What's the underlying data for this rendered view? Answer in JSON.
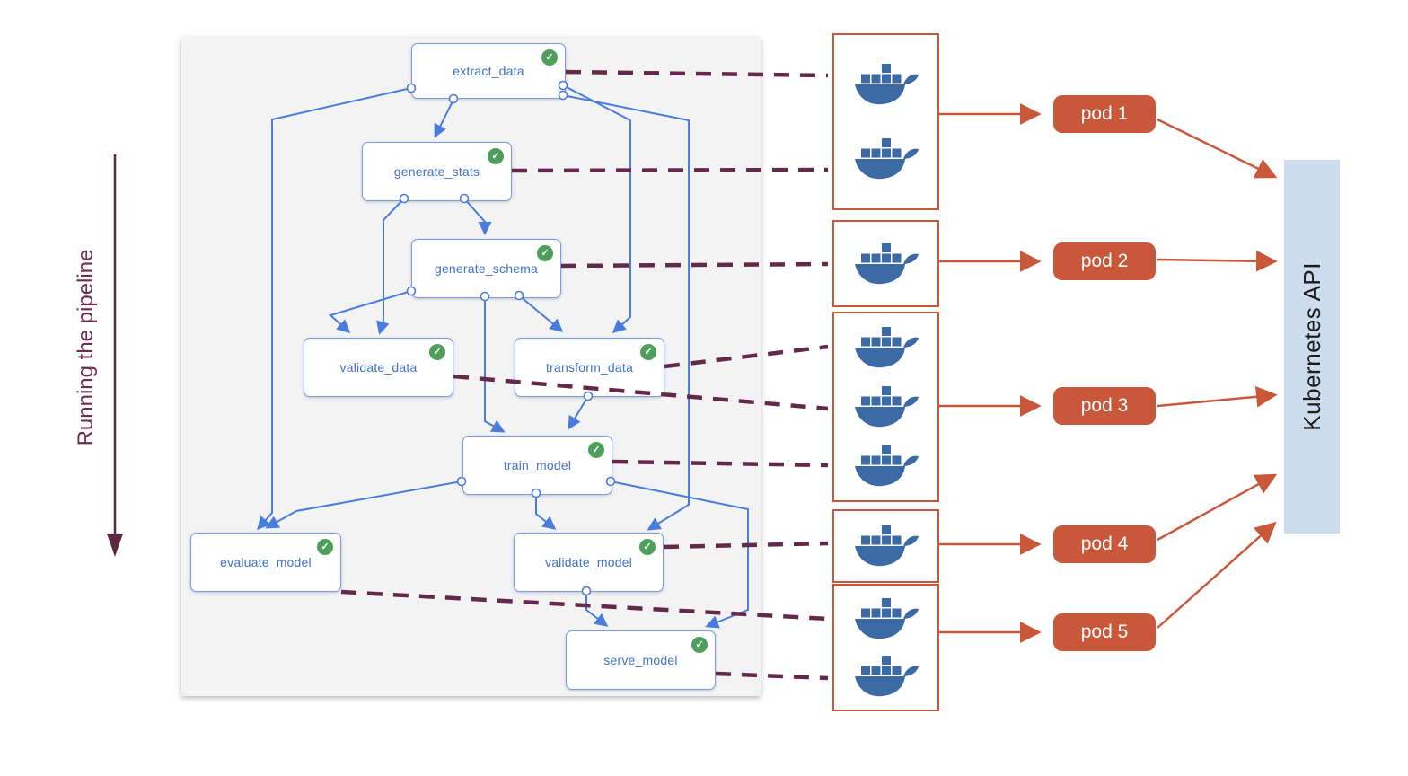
{
  "pipeline": {
    "side_label": "Running the pipeline",
    "nodes": [
      {
        "label": "extract_data",
        "status": "success"
      },
      {
        "label": "generate_stats",
        "status": "success"
      },
      {
        "label": "generate_schema",
        "status": "success"
      },
      {
        "label": "validate_data",
        "status": "success"
      },
      {
        "label": "transform_data",
        "status": "success"
      },
      {
        "label": "train_model",
        "status": "success"
      },
      {
        "label": "evaluate_model",
        "status": "success"
      },
      {
        "label": "validate_model",
        "status": "success"
      },
      {
        "label": "serve_model",
        "status": "success"
      }
    ],
    "edges": [
      [
        "extract_data",
        "generate_stats"
      ],
      [
        "extract_data",
        "evaluate_model"
      ],
      [
        "extract_data",
        "transform_data"
      ],
      [
        "extract_data",
        "validate_model"
      ],
      [
        "generate_stats",
        "validate_data"
      ],
      [
        "generate_stats",
        "generate_schema"
      ],
      [
        "generate_schema",
        "validate_data"
      ],
      [
        "generate_schema",
        "train_model"
      ],
      [
        "generate_schema",
        "transform_data"
      ],
      [
        "transform_data",
        "train_model"
      ],
      [
        "train_model",
        "validate_model"
      ],
      [
        "train_model",
        "evaluate_model"
      ],
      [
        "train_model",
        "serve_model"
      ],
      [
        "validate_model",
        "serve_model"
      ]
    ]
  },
  "containers": {
    "groups": [
      {
        "pod": "pod 1",
        "docker_icon_count": 2
      },
      {
        "pod": "pod 2",
        "docker_icon_count": 1
      },
      {
        "pod": "pod 3",
        "docker_icon_count": 3
      },
      {
        "pod": "pod 4",
        "docker_icon_count": 1
      },
      {
        "pod": "pod 5",
        "docker_icon_count": 2
      }
    ]
  },
  "pods": [
    {
      "label": "pod 1"
    },
    {
      "label": "pod 2"
    },
    {
      "label": "pod 3"
    },
    {
      "label": "pod 4"
    },
    {
      "label": "pod 5"
    }
  ],
  "kubernetes_api": {
    "label": "Kubernetes API"
  },
  "colors": {
    "node_border_blue": "#7d9ce0",
    "node_text_blue": "#4273c4",
    "edge_blue": "#4a7cdb",
    "dashed_plum": "#63294a",
    "orange": "#c9583a",
    "docker_blue": "#3c6aa5",
    "k8s_bar_bg": "#cddcee",
    "status_green": "#4f9f5c"
  }
}
